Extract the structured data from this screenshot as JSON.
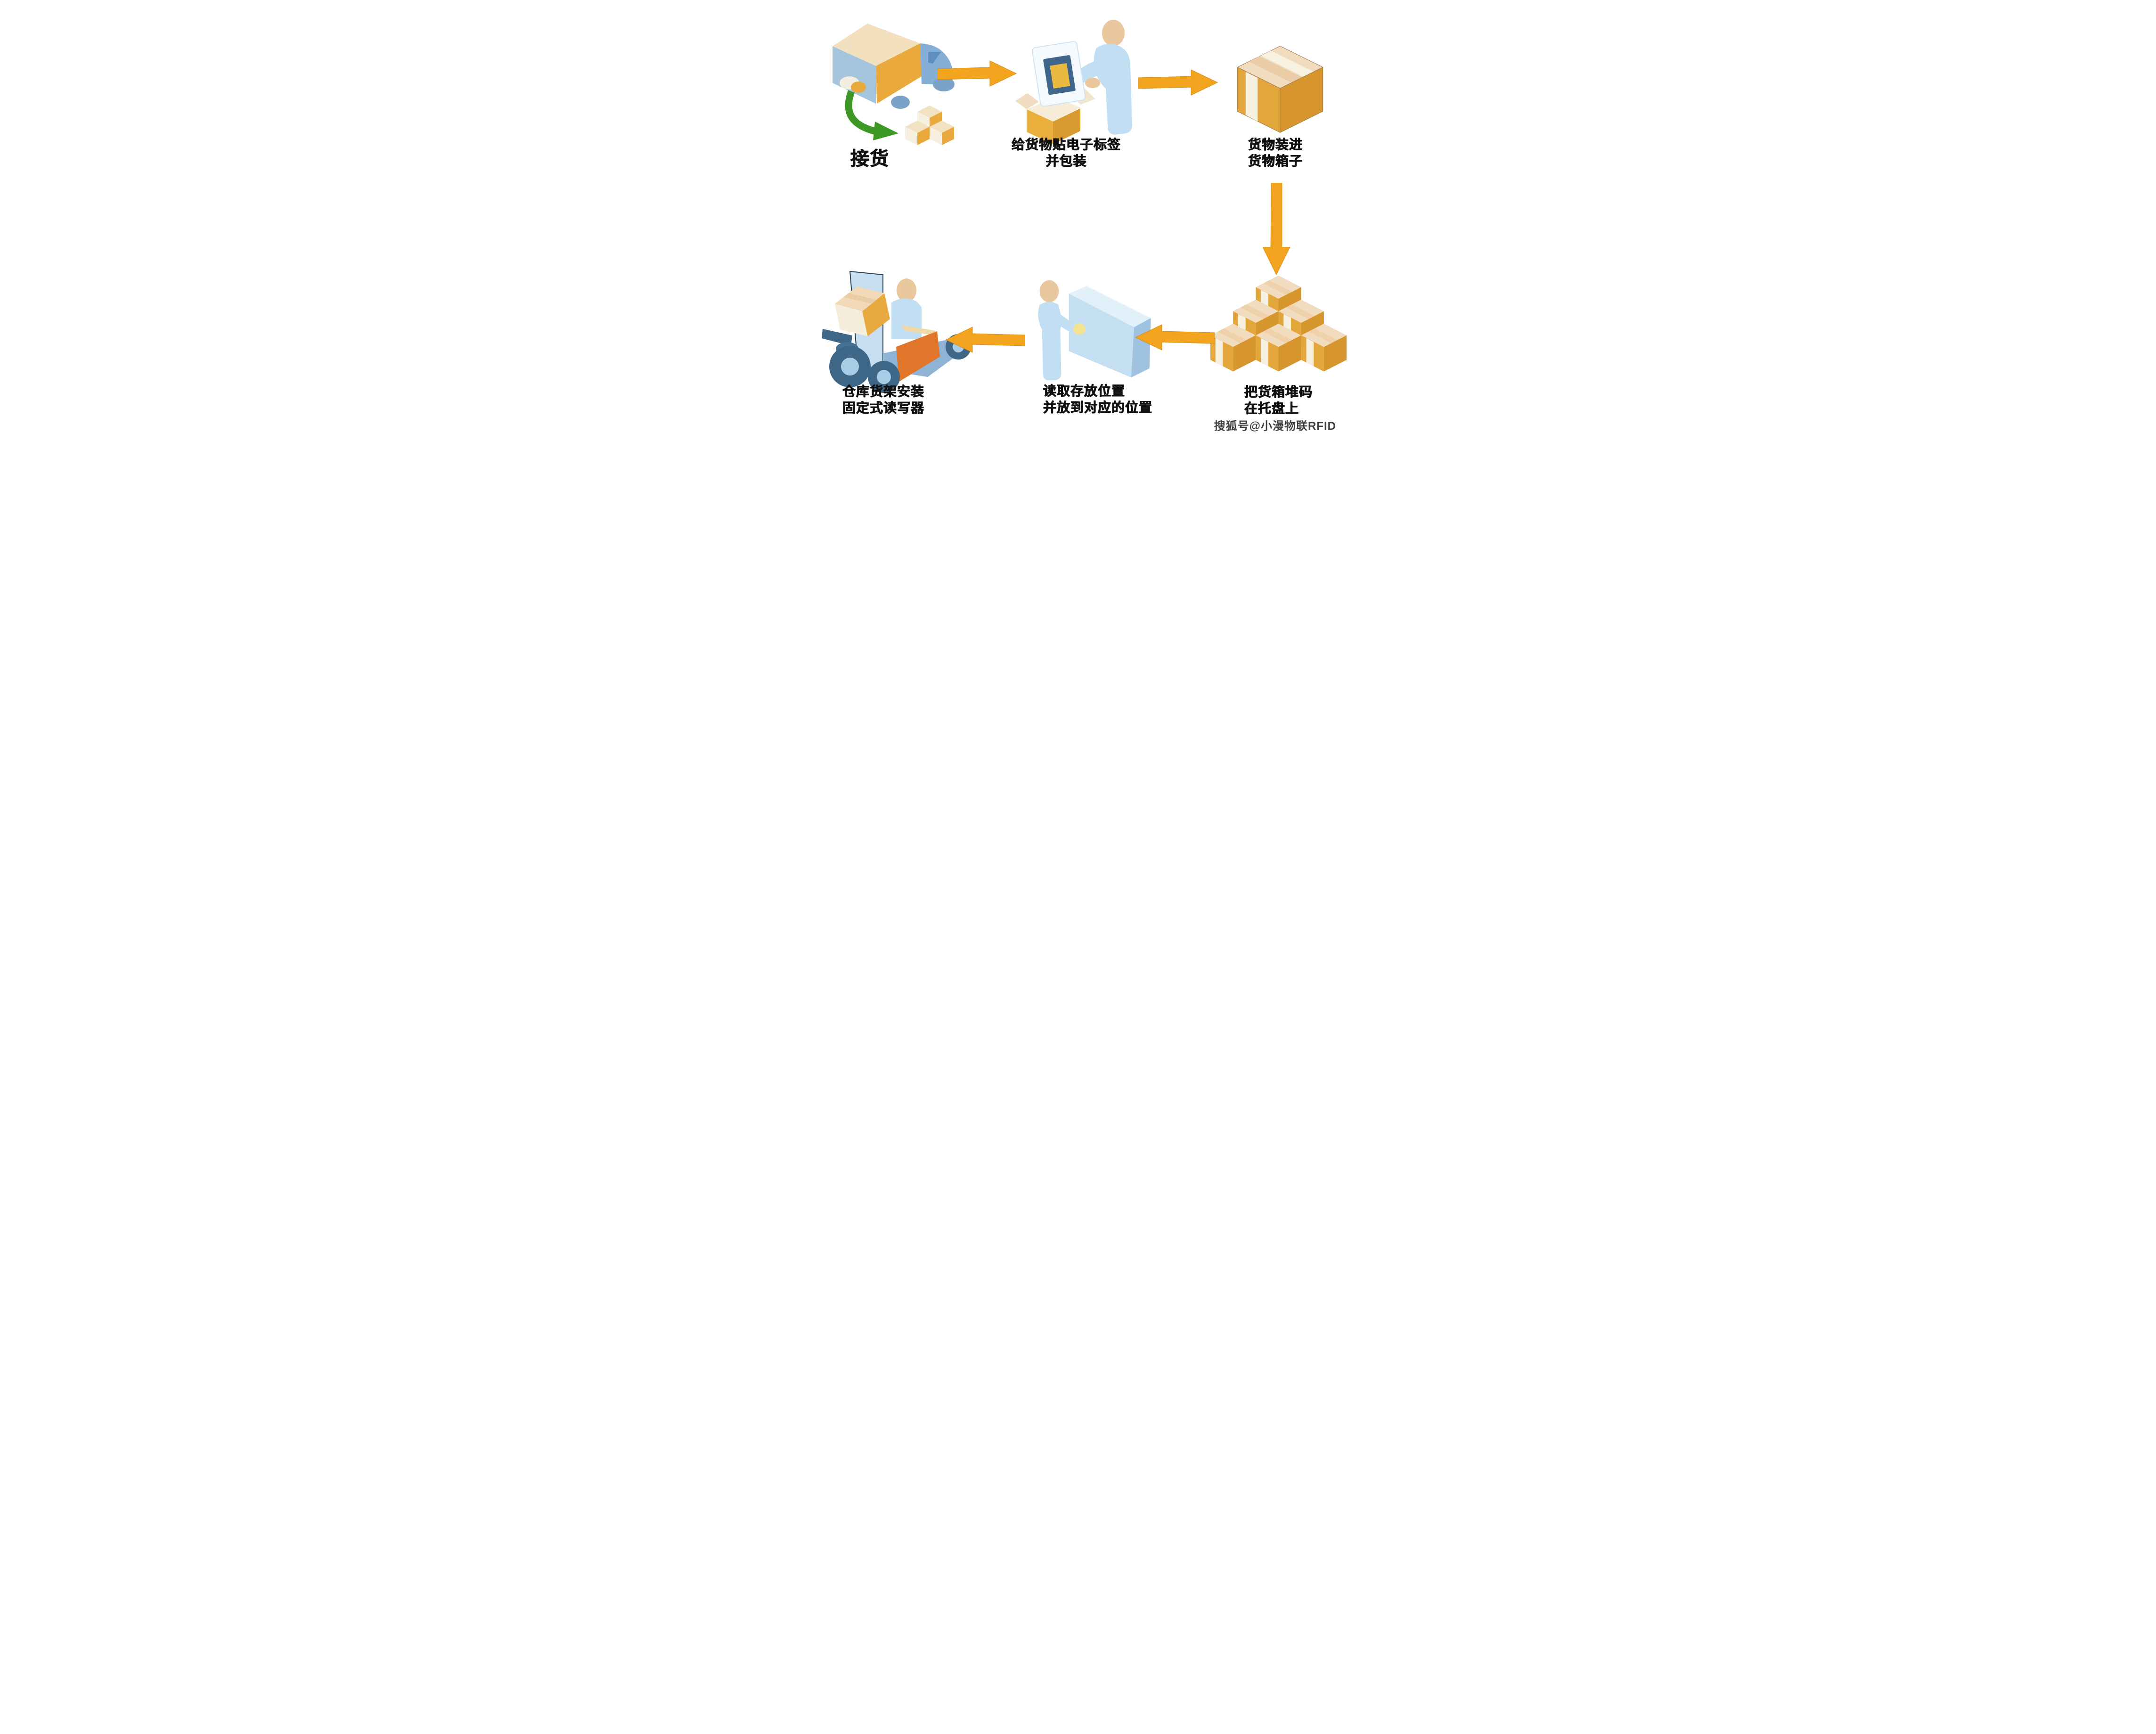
{
  "diagram_subject": "RFID warehouse inbound process flow",
  "watermark": "搜狐号@小漫物联RFID",
  "colors": {
    "background": "#FFFFFF",
    "arrow": "#F2A41F",
    "arrow_edge": "#D98E12",
    "green_arrow": "#3D9826",
    "text": "#111111",
    "watermark_text": "#2B2B2B",
    "box_orange": "#E3A63B",
    "box_orange_dark": "#D6962D",
    "box_top_cream": "#F2DCC0",
    "person_blue": "#C2DEF2",
    "skin_tan": "#EAC89E",
    "truck_blue": "#85AFD6",
    "wheel_dark_blue": "#3E6687",
    "panel_blue": "#C4DFF2",
    "engine_orange": "#E2762B",
    "tag_frame_blue": "#40658A",
    "tag_chip_yellow": "#E9BA3F"
  },
  "steps": [
    {
      "id": "receive-goods",
      "icon": "delivery-truck-unloading-icon",
      "lines": [
        "接货"
      ]
    },
    {
      "id": "tag-and-pack",
      "icon": "worker-applying-rfid-tag-icon",
      "lines": [
        "给货物贴电子标签",
        "并包装"
      ]
    },
    {
      "id": "load-into-box",
      "icon": "sealed-carton-box-icon",
      "lines": [
        "货物装进",
        "货物箱子"
      ]
    },
    {
      "id": "stack-on-pallet",
      "icon": "stacked-boxes-pyramid-icon",
      "lines": [
        "把货箱堆码",
        "在托盘上"
      ]
    },
    {
      "id": "read-location",
      "icon": "worker-at-reader-panel-icon",
      "lines": [
        "读取存放位置",
        "并放到对应的位置"
      ]
    },
    {
      "id": "fixed-reader",
      "icon": "forklift-with-box-icon",
      "lines": [
        "仓库货架安装",
        "固定式读写器"
      ]
    }
  ],
  "arrows": [
    {
      "id": "truck-to-tagging",
      "direction": "right"
    },
    {
      "id": "tagging-to-box",
      "direction": "right"
    },
    {
      "id": "box-to-stack",
      "direction": "down"
    },
    {
      "id": "stack-to-reading",
      "direction": "left"
    },
    {
      "id": "reading-to-reader",
      "direction": "left"
    }
  ]
}
